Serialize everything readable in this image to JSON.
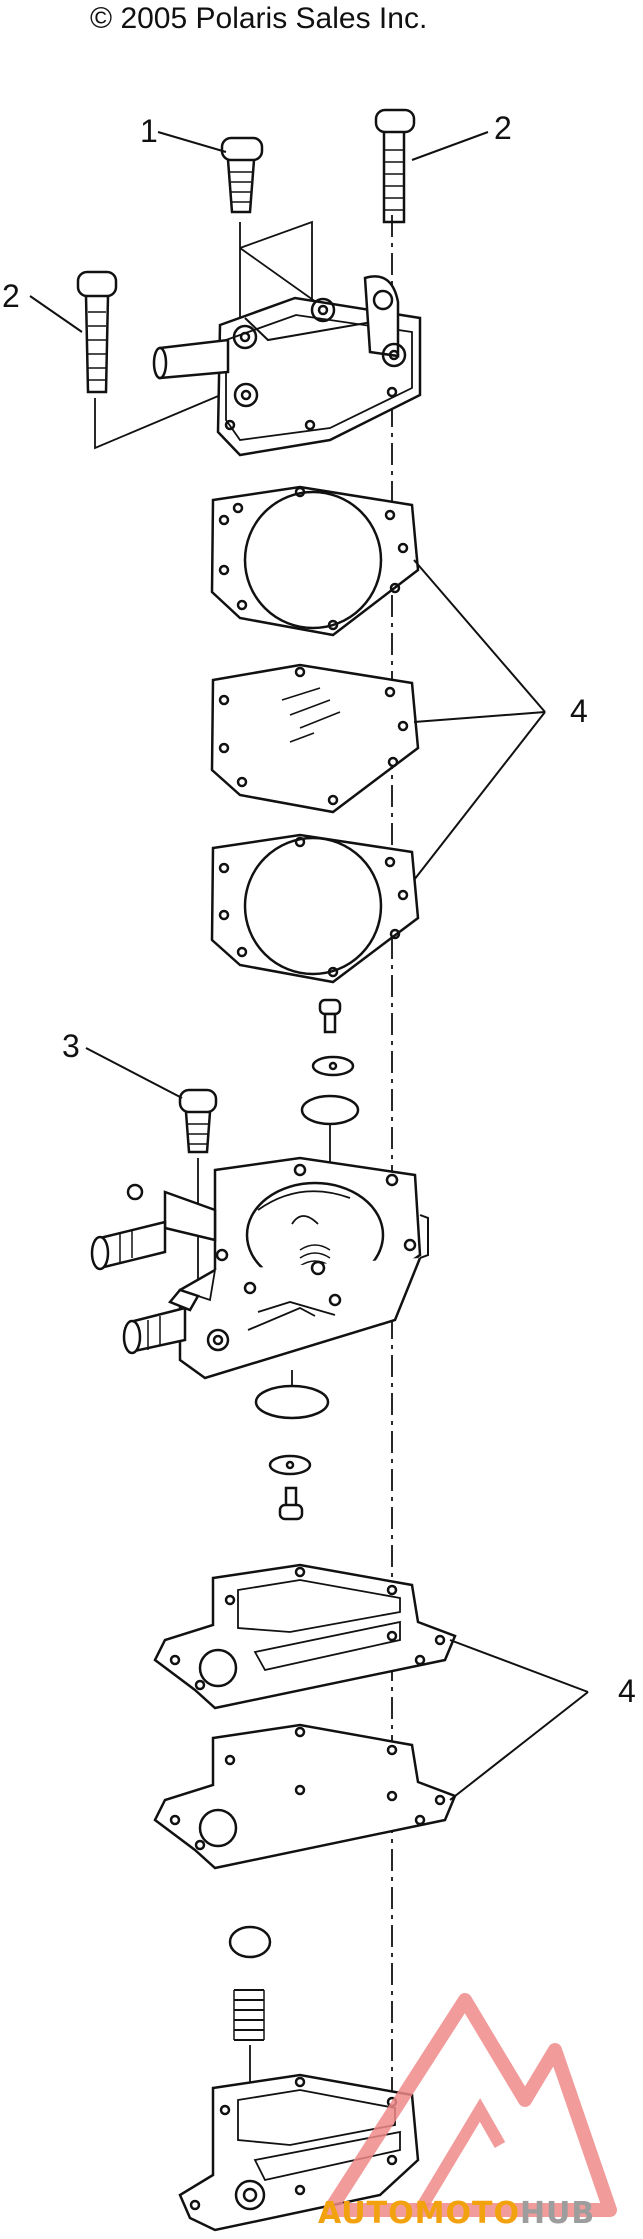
{
  "copyright": "© 2005 Polaris Sales Inc.",
  "callouts": [
    "1",
    "2",
    "2",
    "3",
    "4",
    "4"
  ],
  "logo": {
    "text_part1": "AUTOMOTO",
    "text_part2": "HUB",
    "colors": {
      "mark": "#f08a8a",
      "text1": "#f2a20f",
      "text2": "#9d9d9d"
    }
  }
}
